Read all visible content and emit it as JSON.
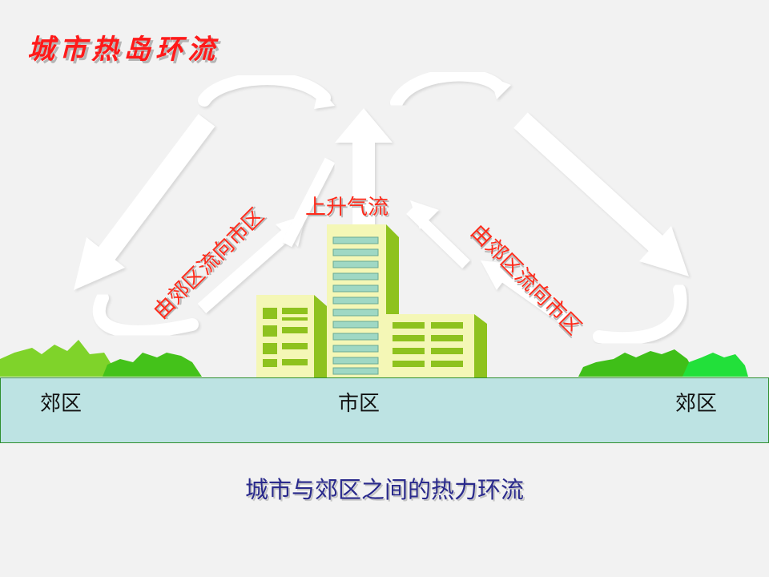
{
  "title": "城市热岛环流",
  "labels": {
    "rising_air": "上升气流",
    "left_inflow": "由郊区流向市区",
    "right_inflow": "由郊区流向市区"
  },
  "ground": {
    "left": "郊区",
    "center": "市区",
    "right": "郊区"
  },
  "caption": "城市与郊区之间的热力环流",
  "colors": {
    "title": "#ff1a1a",
    "label": "#ff2a1a",
    "caption": "#2a2a8c",
    "ground": "#bde3e3",
    "building": "#f4f7b6",
    "window": "#9fd8c4",
    "building_side": "#8ec21e",
    "grass": "#5ac81e",
    "arrow": "#ffffff"
  }
}
